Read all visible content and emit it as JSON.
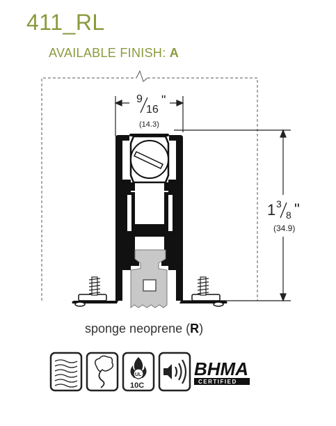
{
  "header": {
    "title": "411_RL",
    "finish_label": "AVAILABLE FINISH: ",
    "finish_value": "A"
  },
  "dimensions": {
    "width_fraction_whole": "",
    "width_num": "9",
    "width_den": "16",
    "width_unit": "\"",
    "width_mm": "(14.3)",
    "height_whole": "1",
    "height_num": "3",
    "height_den": "8",
    "height_unit": "\"",
    "height_mm": "(34.9)"
  },
  "caption": {
    "text": "sponge neoprene (",
    "code": "R",
    "close": ")"
  },
  "icons": {
    "items": [
      "air-flow-icon",
      "smoke-icon",
      "fire-rated-icon",
      "sound-icon"
    ],
    "fire_label": "10C",
    "fire_top_label": "UL",
    "bhma_text": "BHMA",
    "bhma_sub": "CERTIFIED"
  },
  "colors": {
    "accent": "#8a9a3e",
    "seal": "#c8c8c8",
    "metal": "#111111"
  }
}
